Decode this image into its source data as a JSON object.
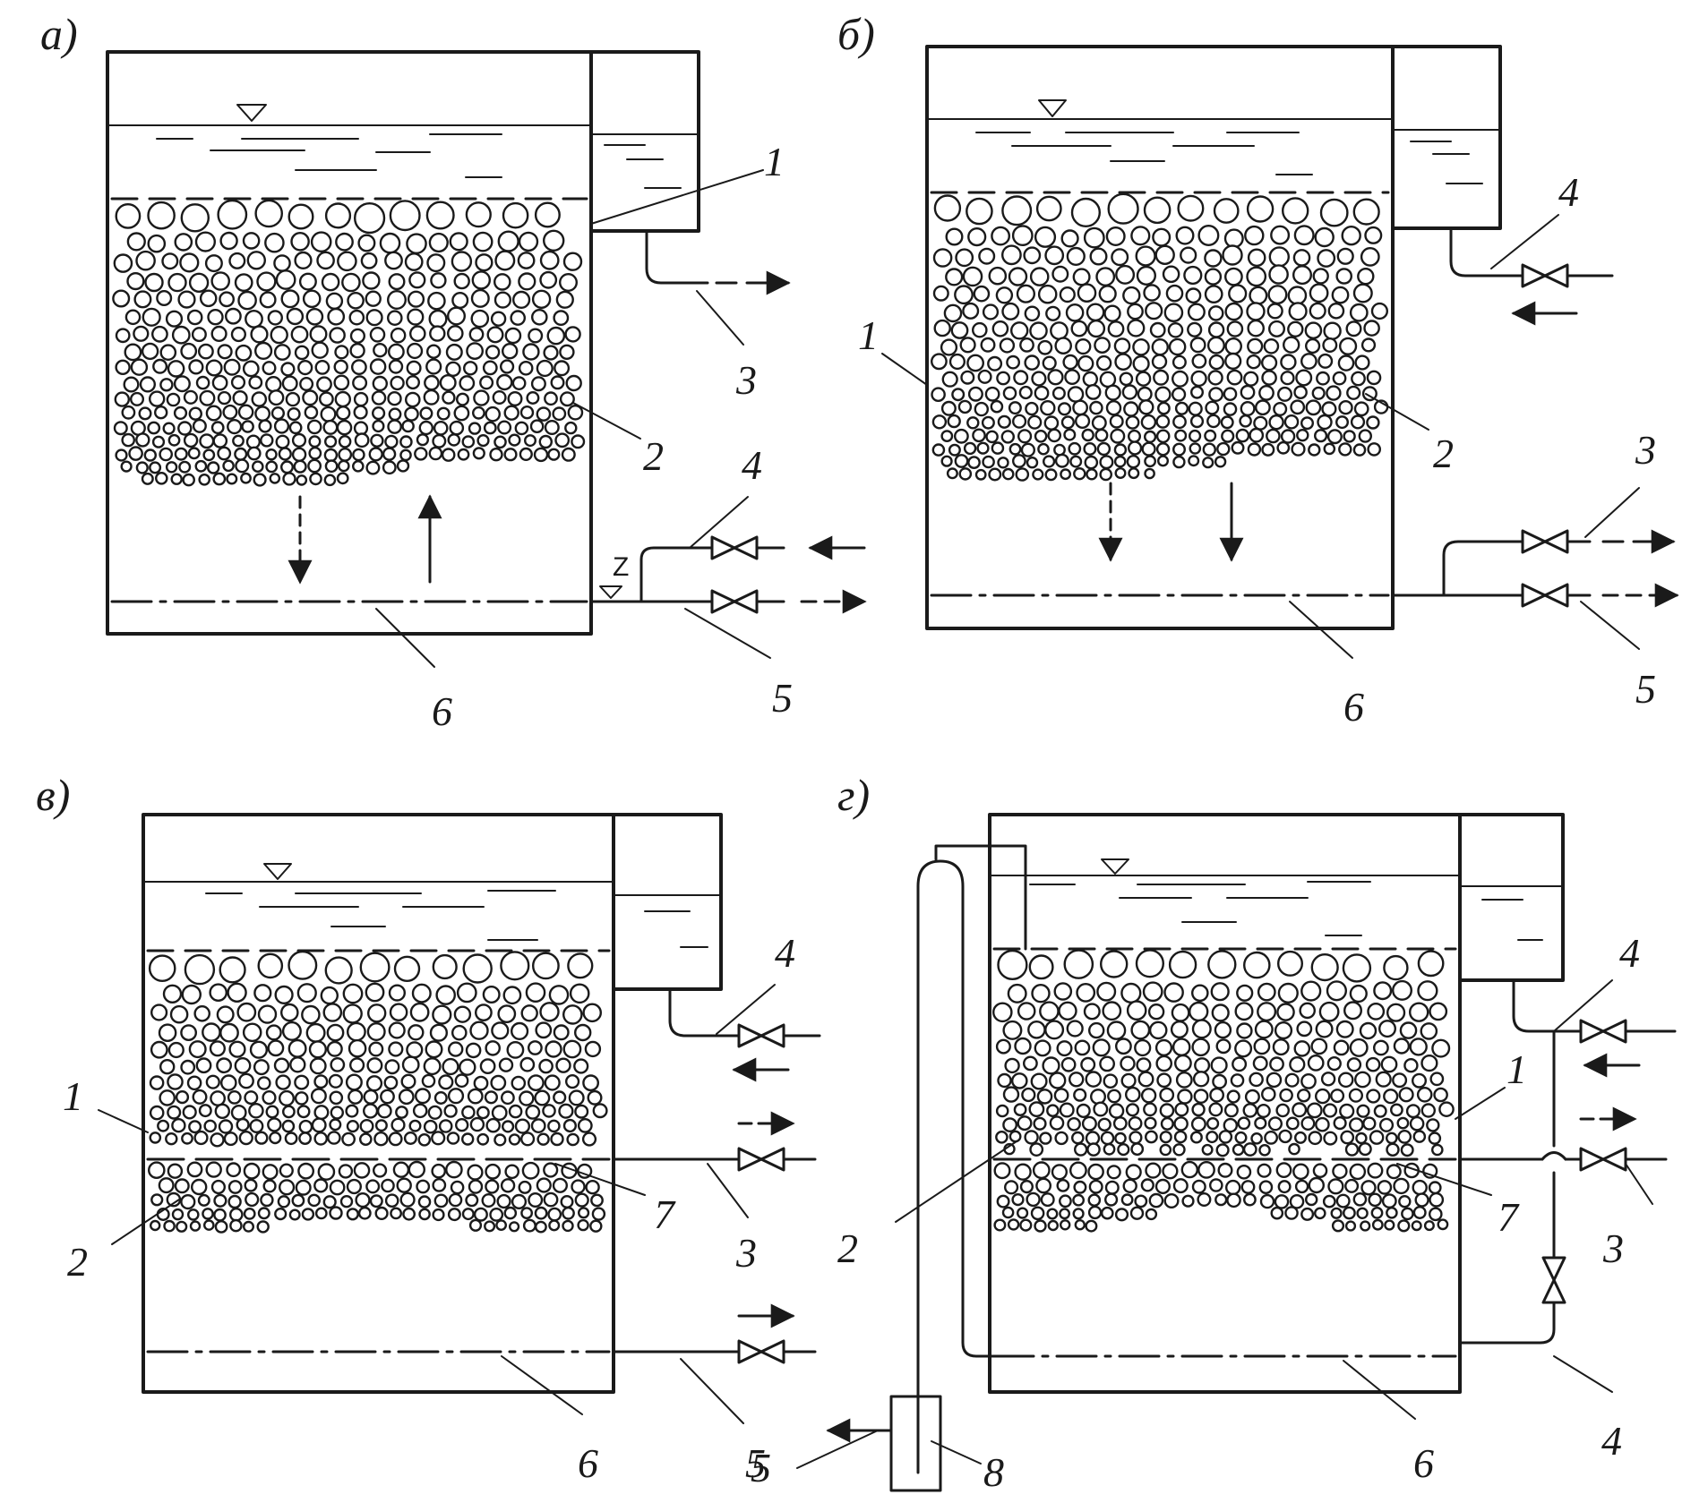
{
  "panels": [
    {
      "id": "a",
      "label": "а)",
      "callouts": [
        "1",
        "2",
        "3",
        "4",
        "5",
        "6"
      ],
      "level_mark": "Z"
    },
    {
      "id": "b",
      "label": "б)",
      "callouts": [
        "1",
        "2",
        "3",
        "4",
        "5",
        "6"
      ]
    },
    {
      "id": "v",
      "label": "в)",
      "callouts": [
        "1",
        "2",
        "3",
        "4",
        "5",
        "6",
        "7"
      ]
    },
    {
      "id": "g",
      "label": "г)",
      "callouts": [
        "1",
        "2",
        "3",
        "4",
        "4",
        "6",
        "7",
        "8"
      ]
    }
  ],
  "colors": {
    "ink": "#1a1a1a",
    "paper": "#ffffff"
  },
  "icons": [
    "valve-icon",
    "flow-arrow-icon",
    "water-level-icon"
  ]
}
